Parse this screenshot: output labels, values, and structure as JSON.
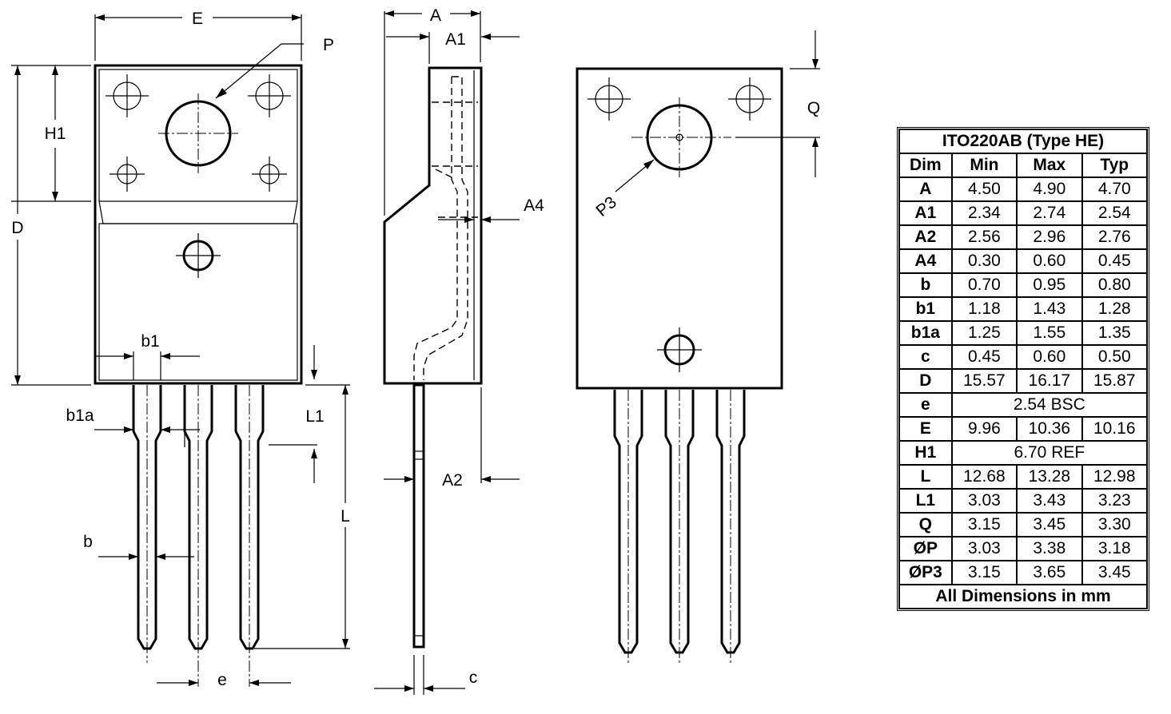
{
  "labels": {
    "E": "E",
    "P": "P",
    "H1": "H1",
    "D": "D",
    "b1": "b1",
    "b1a": "b1a",
    "L1": "L1",
    "L": "L",
    "b": "b",
    "e": "e",
    "A": "A",
    "A1": "A1",
    "A4": "A4",
    "A2": "A2",
    "c": "c",
    "Q": "Q",
    "P3": "P3"
  },
  "table": {
    "title": "ITO220AB (Type HE)",
    "headers": [
      "Dim",
      "Min",
      "Max",
      "Typ"
    ],
    "rows": [
      {
        "dim": "A",
        "min": "4.50",
        "max": "4.90",
        "typ": "4.70"
      },
      {
        "dim": "A1",
        "min": "2.34",
        "max": "2.74",
        "typ": "2.54"
      },
      {
        "dim": "A2",
        "min": "2.56",
        "max": "2.96",
        "typ": "2.76"
      },
      {
        "dim": "A4",
        "min": "0.30",
        "max": "0.60",
        "typ": "0.45"
      },
      {
        "dim": "b",
        "min": "0.70",
        "max": "0.95",
        "typ": "0.80"
      },
      {
        "dim": "b1",
        "min": "1.18",
        "max": "1.43",
        "typ": "1.28"
      },
      {
        "dim": "b1a",
        "min": "1.25",
        "max": "1.55",
        "typ": "1.35"
      },
      {
        "dim": "c",
        "min": "0.45",
        "max": "0.60",
        "typ": "0.50"
      },
      {
        "dim": "D",
        "min": "15.57",
        "max": "16.17",
        "typ": "15.87"
      },
      {
        "dim": "e",
        "span": "2.54 BSC"
      },
      {
        "dim": "E",
        "min": "9.96",
        "max": "10.36",
        "typ": "10.16"
      },
      {
        "dim": "H1",
        "span": "6.70 REF"
      },
      {
        "dim": "L",
        "min": "12.68",
        "max": "13.28",
        "typ": "12.98"
      },
      {
        "dim": "L1",
        "min": "3.03",
        "max": "3.43",
        "typ": "3.23"
      },
      {
        "dim": "Q",
        "min": "3.15",
        "max": "3.45",
        "typ": "3.30"
      },
      {
        "dim": "ØP",
        "min": "3.03",
        "max": "3.38",
        "typ": "3.18"
      },
      {
        "dim": "ØP3",
        "min": "3.15",
        "max": "3.65",
        "typ": "3.45"
      }
    ],
    "footer": "All Dimensions in mm"
  }
}
